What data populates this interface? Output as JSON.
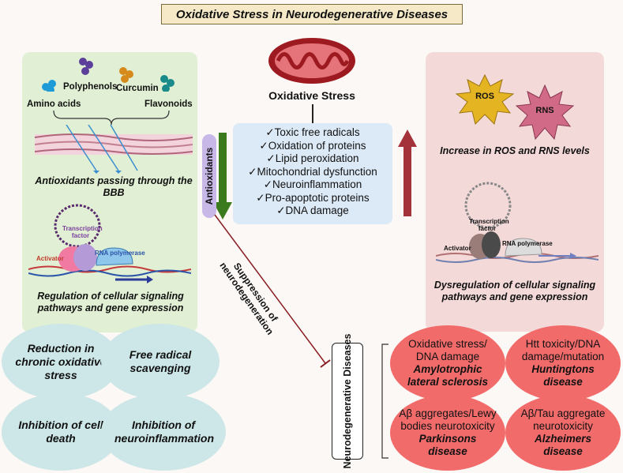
{
  "title": "Oxidative Stress in Neurodegenerative Diseases",
  "center": {
    "label": "Oxidative Stress",
    "items": [
      "✓Toxic free radicals",
      "✓Oxidation of proteins",
      "✓Lipid peroxidation",
      "✓Mitochondrial dysfunction",
      "✓Neuroinflammation",
      "✓Pro-apoptotic proteins",
      "✓DNA damage"
    ]
  },
  "left_panel": {
    "nutrients": {
      "polyphenols": "Polyphenols",
      "amino_acids": "Amino acids",
      "curcumin": "Curcumin",
      "flavonoids": "Flavonoids"
    },
    "bbb_caption": "Antioxidants passing through the BBB",
    "transcription_factor": "Transcription factor",
    "activator": "Activator",
    "rna_polymerase": "RNA polymerase",
    "regulation_caption": "Regulation of cellular signaling pathways and gene expression"
  },
  "right_panel": {
    "ros": "ROS",
    "rns": "RNS",
    "increase_caption": "Increase in ROS and RNS levels",
    "transcription_factor": "Transcription factor",
    "activator": "Activator",
    "rna_polymerase": "RNA polymerase",
    "dysregulation_caption": "Dysregulation of cellular signaling pathways and gene expression"
  },
  "antioxidants_label": "Antioxidants",
  "suppression_label": "Suppression of neurodegeneration",
  "benefits": [
    "Reduction in chronic oxidative stress",
    "Free radical scavenging",
    "Inhibition of cell death",
    "Inhibition of neuroinflammation"
  ],
  "neuro_label": "Neurodegenerative Diseases",
  "diseases": [
    {
      "cause": "Oxidative stress/ DNA damage",
      "name": "Amylotrophic lateral sclerosis"
    },
    {
      "cause": "Htt toxicity/DNA damage/mutation",
      "name": "Huntingtons disease"
    },
    {
      "cause": "Aβ aggregates/Lewy bodies neurotoxicity",
      "name": "Parkinsons disease"
    },
    {
      "cause": "Aβ/Tau aggregate neurotoxicity",
      "name": "Alzheimers disease"
    }
  ],
  "colors": {
    "green_panel": "#e1f0d4",
    "red_panel": "#f4d9d9",
    "center_box": "#dce9f6",
    "benefit_ellipse": "#cde6e7",
    "disease_ellipse": "#f26b6b",
    "down_arrow": "#3c7a1e",
    "up_arrow": "#a4323b"
  }
}
